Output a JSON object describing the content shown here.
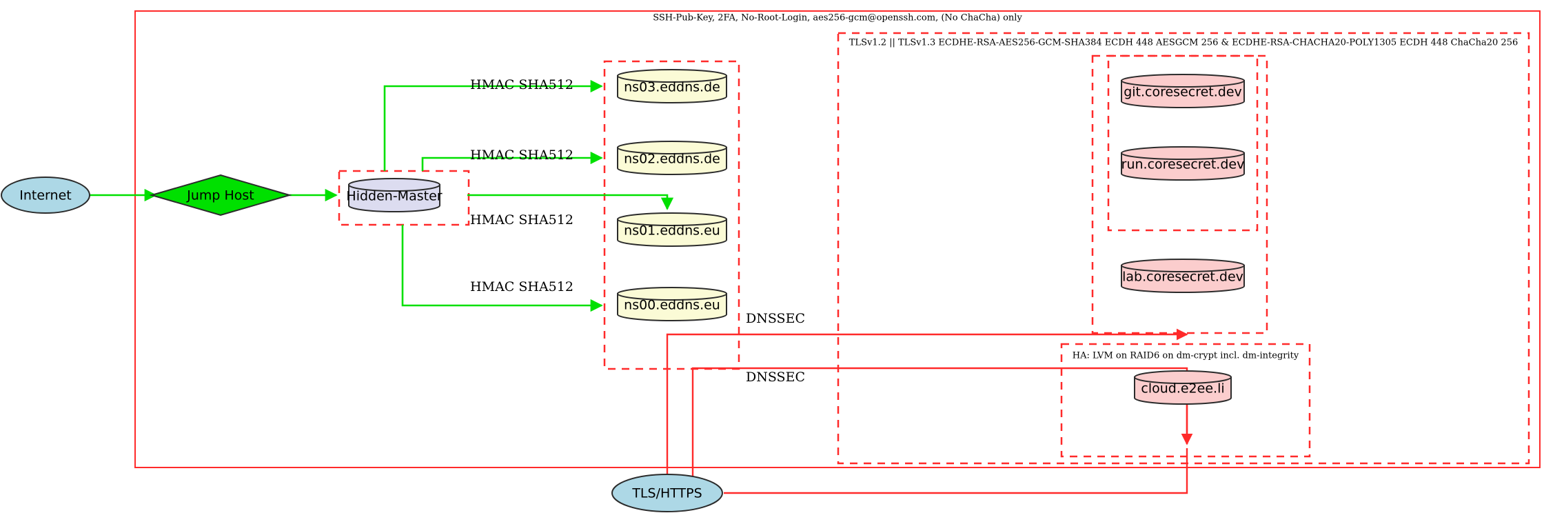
{
  "diagram": {
    "title_visible": false,
    "colors": {
      "boundary_red": "#ff2a2a",
      "edge_green": "#00e000",
      "edge_red": "#ff2a2a",
      "internet_fill": "#add8e6",
      "jumphost_fill": "#00e000",
      "hidden_master_fill": "#dcdcf0",
      "dns_fill": "#fbfbd6",
      "service_fill": "#fbcdcd",
      "tls_fill": "#add8e6",
      "outline": "#2b2b2b"
    },
    "clusters": [
      {
        "id": "ssh-boundary",
        "label": "SSH-Pub-Key, 2FA, No-Root-Login, aes256-gcm@openssh.com, (No ChaCha) only",
        "style": "solid"
      },
      {
        "id": "tls-boundary",
        "label": "TLSv1.2 || TLSv1.3 ECDHE-RSA-AES256-GCM-SHA384 ECDH 448 AESGCM 256 & ECDHE-RSA-CHACHA20-POLY1305 ECDH 448 ChaCha20 256",
        "style": "dashed"
      },
      {
        "id": "ha-boundary",
        "label": "HA: LVM on RAID6 on dm-crypt incl. dm-integrity",
        "style": "dashed"
      },
      {
        "id": "hidden-master-boundary",
        "label": "",
        "style": "dashed"
      },
      {
        "id": "dns-boundary",
        "label": "",
        "style": "dashed"
      },
      {
        "id": "coresecret-boundary",
        "label": "",
        "style": "dashed"
      },
      {
        "id": "coresecret-inner-boundary",
        "label": "",
        "style": "dashed"
      }
    ],
    "nodes": [
      {
        "id": "internet",
        "label": "Internet",
        "shape": "ellipse",
        "fill": "#add8e6"
      },
      {
        "id": "jump-host",
        "label": "Jump Host",
        "shape": "diamond",
        "fill": "#00e000"
      },
      {
        "id": "hidden-master",
        "label": "Hidden-Master",
        "shape": "cylinder",
        "fill": "#dcdcf0"
      },
      {
        "id": "ns03",
        "label": "ns03.eddns.de",
        "shape": "cylinder",
        "fill": "#fbfbd6"
      },
      {
        "id": "ns02",
        "label": "ns02.eddns.de",
        "shape": "cylinder",
        "fill": "#fbfbd6"
      },
      {
        "id": "ns01",
        "label": "ns01.eddns.eu",
        "shape": "cylinder",
        "fill": "#fbfbd6"
      },
      {
        "id": "ns00",
        "label": "ns00.eddns.eu",
        "shape": "cylinder",
        "fill": "#fbfbd6"
      },
      {
        "id": "git",
        "label": "git.coresecret.dev",
        "shape": "cylinder",
        "fill": "#fbcdcd"
      },
      {
        "id": "run",
        "label": "run.coresecret.dev",
        "shape": "cylinder",
        "fill": "#fbcdcd"
      },
      {
        "id": "lab",
        "label": "lab.coresecret.dev",
        "shape": "cylinder",
        "fill": "#fbcdcd"
      },
      {
        "id": "cloud",
        "label": "cloud.e2ee.li",
        "shape": "cylinder",
        "fill": "#fbcdcd"
      },
      {
        "id": "tls-https",
        "label": "TLS/HTTPS",
        "shape": "ellipse",
        "fill": "#add8e6"
      }
    ],
    "edges": [
      {
        "id": "internet-to-jumphost",
        "label": "",
        "color": "green"
      },
      {
        "id": "jumphost-to-hiddenmaster",
        "label": "",
        "color": "green"
      },
      {
        "id": "hiddenmaster-to-ns03",
        "label": "HMAC SHA512",
        "color": "green"
      },
      {
        "id": "hiddenmaster-to-ns02",
        "label": "HMAC SHA512",
        "color": "green"
      },
      {
        "id": "hiddenmaster-to-ns01",
        "label": "HMAC SHA512",
        "color": "green"
      },
      {
        "id": "hiddenmaster-to-ns00",
        "label": "HMAC SHA512",
        "color": "green"
      },
      {
        "id": "dnssec-upper",
        "label": "DNSSEC",
        "color": "red"
      },
      {
        "id": "dnssec-lower",
        "label": "DNSSEC",
        "color": "red"
      },
      {
        "id": "tlshttps-to-services",
        "label": "",
        "color": "red"
      }
    ]
  }
}
